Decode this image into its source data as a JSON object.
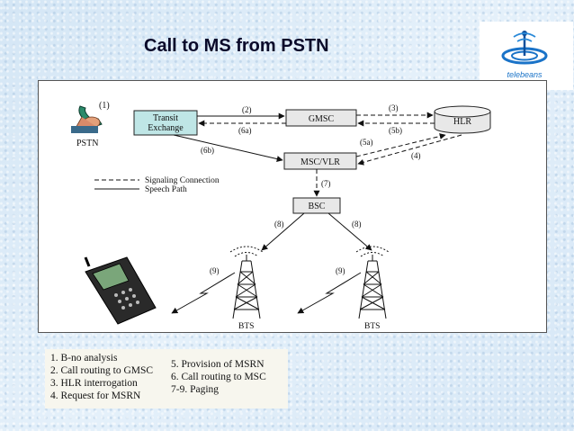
{
  "slide": {
    "title": "Call to MS from PSTN",
    "logo_text": "telebeans"
  },
  "diagram": {
    "nodes": {
      "transit": [
        "Transit",
        "Exchange"
      ],
      "gmsc": "GMSC",
      "hlr": "HLR",
      "msc": "MSC/VLR",
      "bsc": "BSC",
      "pstn": "PSTN",
      "bts_left": "BTS",
      "bts_right": "BTS"
    },
    "step_labels": {
      "s1": "(1)",
      "s2": "(2)",
      "s3": "(3)",
      "s4": "(4)",
      "s5a": "(5a)",
      "s5b": "(5b)",
      "s6a": "(6a)",
      "s6b": "(6b)",
      "s7": "(7)",
      "s8_left": "(8)",
      "s8_right": "(8)",
      "s9_left": "(9)",
      "s9_right": "(9)"
    },
    "legend": {
      "signaling": "Signaling Connection",
      "speech": "Speech Path"
    }
  },
  "steps_legend": {
    "col1": [
      "1. B-no analysis",
      "2. Call routing to GMSC",
      "3. HLR interrogation",
      "4. Request for MSRN"
    ],
    "col2": [
      "5. Provision of MSRN",
      "6. Call routing to MSC",
      "7-9. Paging"
    ]
  },
  "colors": {
    "background": "#dcebf7",
    "transit_fill": "#bfe6e6",
    "title": "#0a0a2a"
  }
}
